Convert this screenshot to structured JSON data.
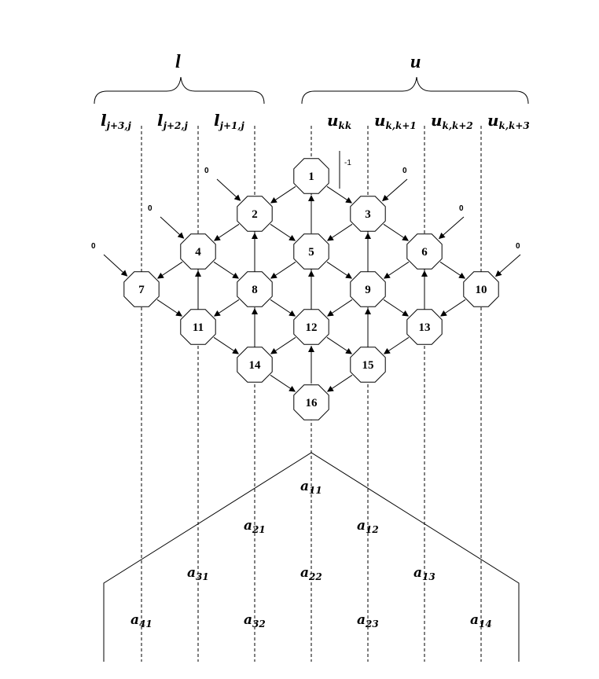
{
  "braces": {
    "left": "l",
    "right": "u"
  },
  "top_labels": [
    {
      "main": "l",
      "sub": "j+3,j"
    },
    {
      "main": "l",
      "sub": "j+2,j"
    },
    {
      "main": "l",
      "sub": "j+1,j"
    },
    {
      "main": "u",
      "sub": "kk"
    },
    {
      "main": "u",
      "sub": "k,k+1"
    },
    {
      "main": "u",
      "sub": "k,k+2"
    },
    {
      "main": "u",
      "sub": "k,k+3"
    }
  ],
  "nodes": [
    "1",
    "2",
    "3",
    "4",
    "5",
    "6",
    "7",
    "8",
    "9",
    "10",
    "11",
    "12",
    "13",
    "14",
    "15",
    "16"
  ],
  "zero_label": "0",
  "minus_one_label": "-1",
  "matrix_entries": [
    {
      "main": "a",
      "sub": "11"
    },
    {
      "main": "a",
      "sub": "21"
    },
    {
      "main": "a",
      "sub": "12"
    },
    {
      "main": "a",
      "sub": "31"
    },
    {
      "main": "a",
      "sub": "22"
    },
    {
      "main": "a",
      "sub": "13"
    },
    {
      "main": "a",
      "sub": "41"
    },
    {
      "main": "a",
      "sub": "32"
    },
    {
      "main": "a",
      "sub": "23"
    },
    {
      "main": "a",
      "sub": "14"
    }
  ]
}
